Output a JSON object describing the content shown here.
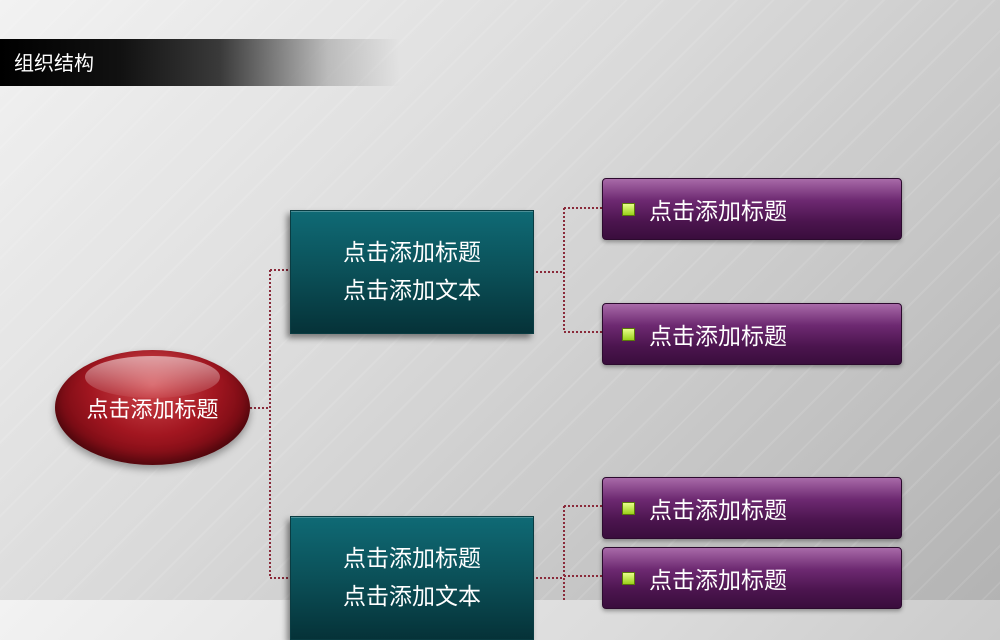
{
  "header": {
    "title": "组织结构"
  },
  "diagram": {
    "root": {
      "label": "点击添加标题"
    },
    "branches": [
      {
        "title": "点击添加标题",
        "text": "点击添加文本",
        "leaves": [
          {
            "label": "点击添加标题"
          },
          {
            "label": "点击添加标题"
          }
        ]
      },
      {
        "title": "点击添加标题",
        "text": "点击添加文本",
        "leaves": [
          {
            "label": "点击添加标题"
          },
          {
            "label": "点击添加标题"
          }
        ]
      }
    ]
  },
  "colors": {
    "root": "#a21620",
    "branch": "#0b5058",
    "leaf": "#5a1c5e",
    "bullet": "#9ad11a",
    "connector": "#8a2a3a"
  }
}
